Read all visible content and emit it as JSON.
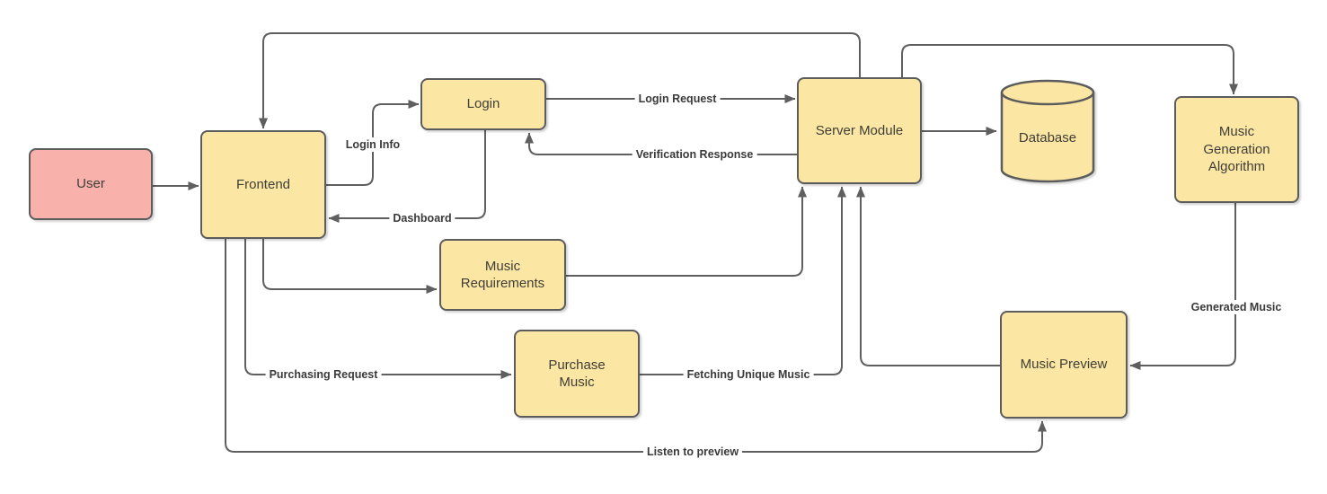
{
  "diagram": {
    "nodes": {
      "user": {
        "label": "User"
      },
      "frontend": {
        "label": "Frontend"
      },
      "login": {
        "label": "Login"
      },
      "music_requirements": {
        "label": "Music Requirements"
      },
      "purchase_music": {
        "label": "Purchase Music"
      },
      "server_module": {
        "label": "Server Module"
      },
      "database": {
        "label": "Database"
      },
      "music_generation_algorithm": {
        "label": "Music Generation Algorithm"
      },
      "music_preview": {
        "label": "Music Preview"
      }
    },
    "edge_labels": {
      "login_info": "Login Info",
      "login_request": "Login Request",
      "verification_response": "Verification Response",
      "dashboard": "Dashboard",
      "purchasing_request": "Purchasing Request",
      "fetching_unique_music": "Fetching Unique Music",
      "generated_music": "Generated Music",
      "listen_to_preview": "Listen to preview"
    },
    "edges": [
      {
        "from": "User",
        "to": "Frontend",
        "label": ""
      },
      {
        "from": "Frontend",
        "to": "Login",
        "label": "Login Info"
      },
      {
        "from": "Login",
        "to": "Server Module",
        "label": "Login Request"
      },
      {
        "from": "Server Module",
        "to": "Login",
        "label": "Verification Response"
      },
      {
        "from": "Login",
        "to": "Frontend",
        "label": "Dashboard"
      },
      {
        "from": "Server Module",
        "to": "Frontend",
        "label": ""
      },
      {
        "from": "Server Module",
        "to": "Music Generation Algorithm",
        "label": ""
      },
      {
        "from": "Server Module",
        "to": "Database",
        "label": ""
      },
      {
        "from": "Frontend",
        "to": "Music Requirements",
        "label": ""
      },
      {
        "from": "Music Requirements",
        "to": "Server Module",
        "label": ""
      },
      {
        "from": "Frontend",
        "to": "Purchase Music",
        "label": "Purchasing Request"
      },
      {
        "from": "Purchase Music",
        "to": "Server Module",
        "label": "Fetching Unique Music"
      },
      {
        "from": "Music Preview",
        "to": "Server Module",
        "label": ""
      },
      {
        "from": "Music Generation Algorithm",
        "to": "Music Preview",
        "label": "Generated Music"
      },
      {
        "from": "Frontend",
        "to": "Music Preview",
        "label": "Listen to preview"
      }
    ],
    "colors": {
      "node_fill_yellow": "#fbe7a3",
      "node_fill_pink": "#f8b1ab",
      "node_border": "#5c5c5c",
      "edge": "#5f5f5f",
      "text": "#3f3d38",
      "background": "#ffffff"
    }
  }
}
